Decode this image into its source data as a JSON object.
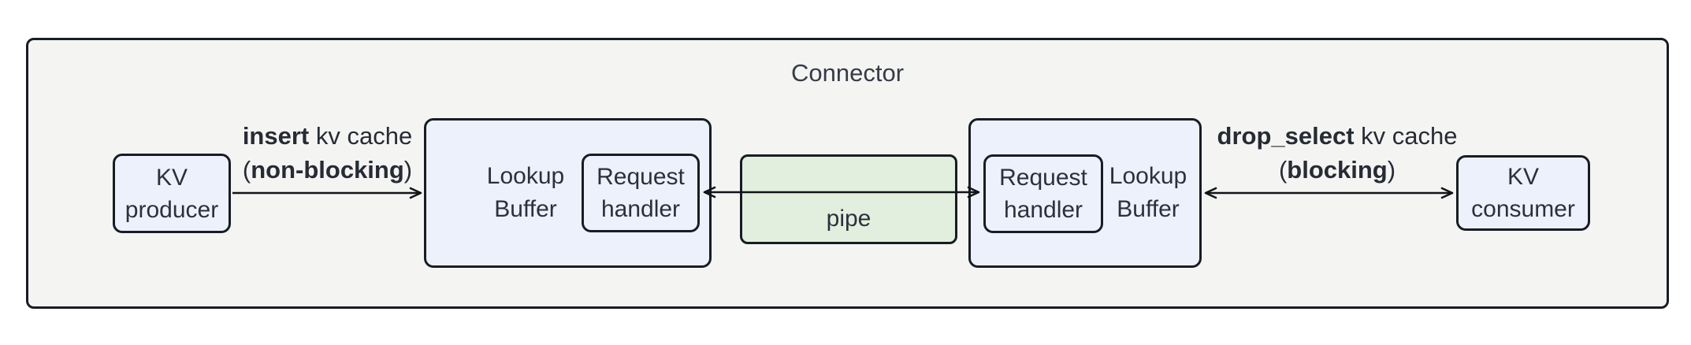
{
  "diagram": {
    "title": "Connector",
    "nodes": {
      "kv_producer": {
        "line1": "KV",
        "line2": "producer"
      },
      "lookup_buffer_left": {
        "line1": "Lookup",
        "line2": "Buffer"
      },
      "request_handler_left": {
        "line1": "Request",
        "line2": "handler"
      },
      "pipe": {
        "label": "pipe"
      },
      "request_handler_right": {
        "line1": "Request",
        "line2": "handler"
      },
      "lookup_buffer_right": {
        "line1": "Lookup",
        "line2": "Buffer"
      },
      "kv_consumer": {
        "line1": "KV",
        "line2": "consumer"
      }
    },
    "edges": {
      "insert": {
        "method": "insert",
        "suffix": " kv cache",
        "open_paren": "(",
        "mode": "non-blocking",
        "close_paren": ")"
      },
      "drop_select": {
        "method": "drop_select",
        "suffix": " kv cache",
        "open_paren": "(",
        "mode": "blocking",
        "close_paren": ")"
      }
    },
    "colors": {
      "container_fill": "#f4f4f3",
      "node_fill": "#edf1fb",
      "pipe_fill": "#e2efde",
      "border": "#181c24",
      "text": "#2b313c",
      "arrow": "#111418"
    }
  }
}
